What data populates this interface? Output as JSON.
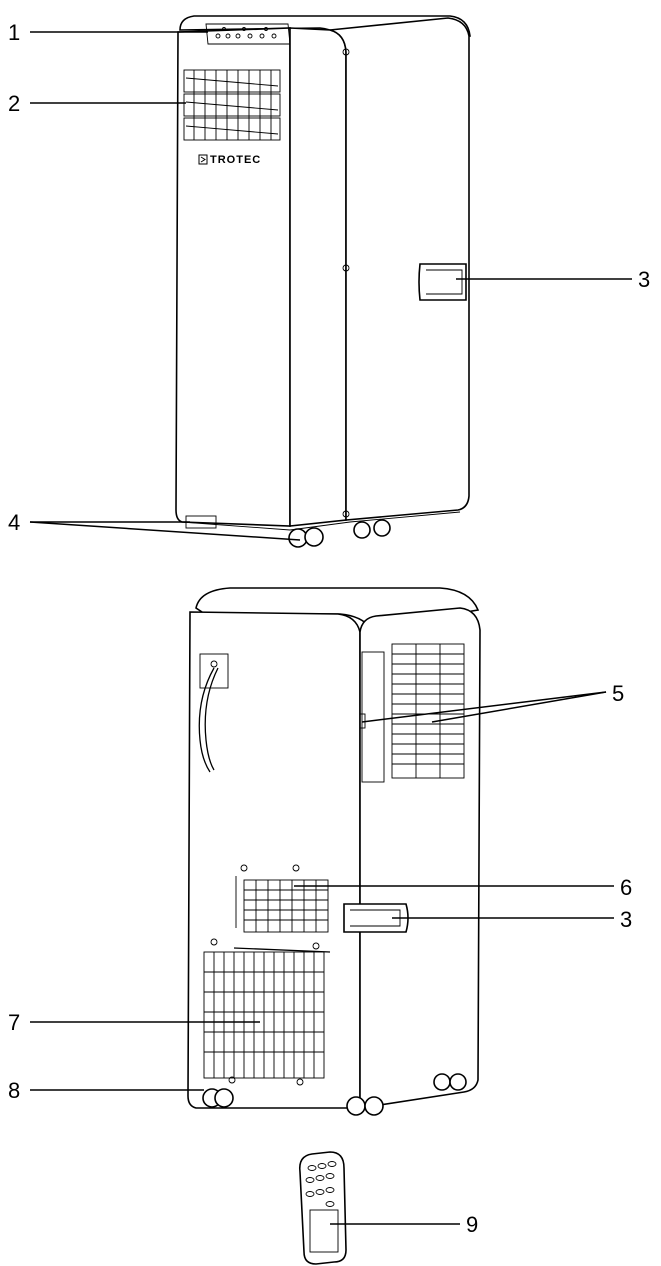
{
  "front_view": {
    "brand_logo_text": "TROTEC",
    "callouts": {
      "c1": "1",
      "c2": "2",
      "c3": "3",
      "c4": "4"
    }
  },
  "rear_view": {
    "callouts": {
      "c5": "5",
      "c6": "6",
      "c3": "3",
      "c7": "7",
      "c8": "8"
    }
  },
  "remote_view": {
    "callouts": {
      "c9": "9"
    }
  },
  "icons": [
    "air-conditioner-front",
    "air-conditioner-rear",
    "remote-control"
  ]
}
